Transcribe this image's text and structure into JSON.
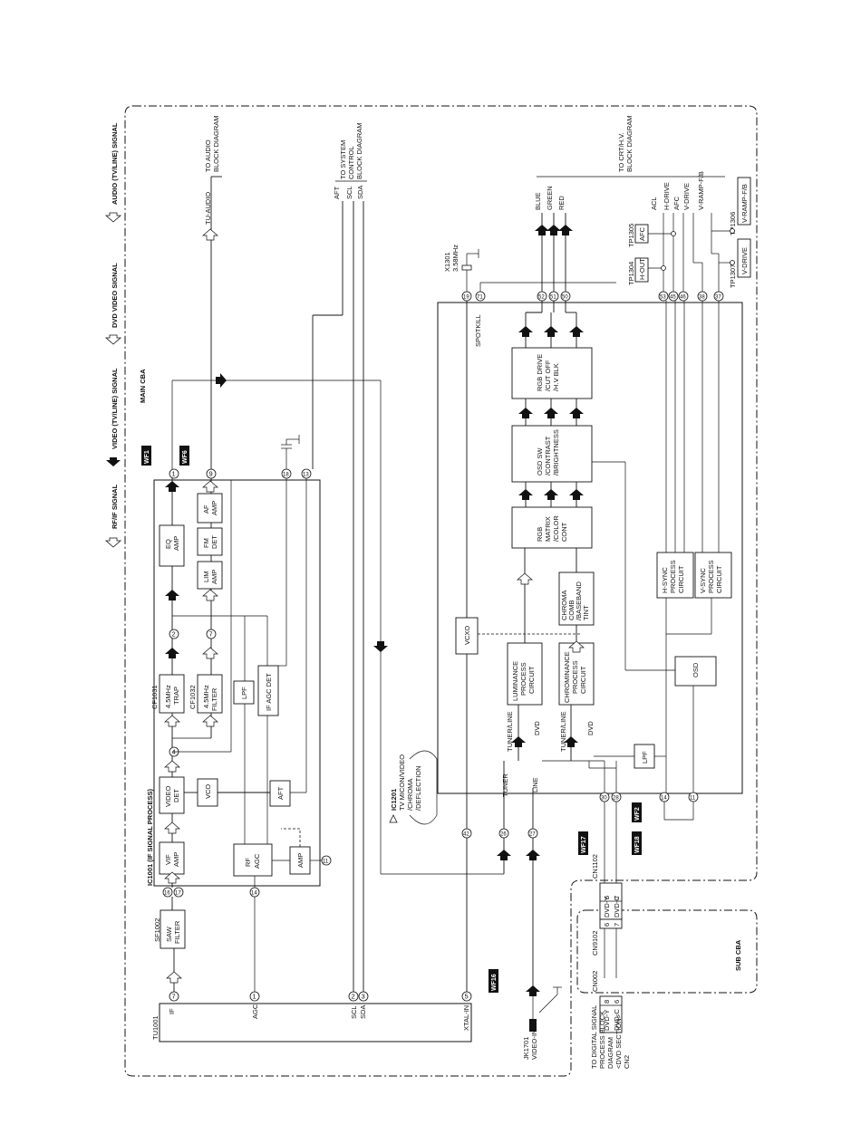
{
  "legend": {
    "rfif": "RF/IF SIGNAL",
    "video": "VIDEO (TV/LINE) SIGNAL",
    "dvd": "DVD VIDEO SIGNAL",
    "audio": "AUDIO (TV/LINE) SIGNAL"
  },
  "boards": {
    "main": "MAIN CBA",
    "sub": "SUB CBA"
  },
  "tuner": {
    "name": "TU1001",
    "pins": {
      "if": "IF",
      "agc": "AGC",
      "scl": "SCL",
      "sda": "SDA",
      "xtal": "XTAL-IN"
    },
    "pin_numbers": {
      "if": "7",
      "agc": "1",
      "scl": "2",
      "sda": "3",
      "xtal": "5"
    }
  },
  "saw": {
    "ref": "SF1002",
    "label1": "SAW",
    "label2": "FILTER"
  },
  "ic1001": {
    "title": "IC1001 (IF SIGNAL PROCESS)",
    "blocks": {
      "vif": [
        "VIF",
        "AMP"
      ],
      "video_det": [
        "VIDEO",
        "DET"
      ],
      "vco": [
        "VCO"
      ],
      "aft": [
        "AFT"
      ],
      "rf_agc": [
        "RF",
        "AGC"
      ],
      "amp": [
        "AMP"
      ],
      "lpf": [
        "LPF"
      ],
      "if_agc_det": [
        "IF AGC DET"
      ],
      "eq_amp": [
        "EQ",
        "AMP"
      ],
      "lim_amp": [
        "LIM",
        "AMP"
      ],
      "fm_det": [
        "FM",
        "DET"
      ],
      "af_amp": [
        "AF",
        "AMP"
      ]
    },
    "pins": [
      "16",
      "17",
      "14",
      "11",
      "4",
      "2",
      "7",
      "1",
      "9",
      "18",
      "13"
    ]
  },
  "cf1031": {
    "ref": "CF1031",
    "label1": "4.5MHz",
    "label2": "TRAP"
  },
  "cf1032": {
    "ref": "CF1032",
    "label1": "4.5MHz",
    "label2": "FILTER"
  },
  "wf_tags": [
    "WF1",
    "WF6",
    "WF16",
    "WF17",
    "WF18",
    "WF2"
  ],
  "connections": {
    "tu_audio": "TU-AUDIO",
    "to_audio": [
      "TO AUDIO",
      "BLOCK DIAGRAM"
    ],
    "to_system": [
      "TO SYSTEM",
      "CONTROL",
      "BLOCK DIAGRAM"
    ],
    "sys_signals": [
      "AFT",
      "SCL",
      "SDA"
    ],
    "to_crt": [
      "TO CRT/H.V.",
      "BLOCK DIAGRAM"
    ],
    "rgb_out": [
      "BLUE",
      "GREEN",
      "RED"
    ],
    "crt_signals": [
      "ACL",
      "H-DRIVE",
      "AFC",
      "V-DRIVE",
      "V-RAMP-F/B"
    ]
  },
  "crystal": {
    "ref": "X1301",
    "freq": "3.58MHz"
  },
  "testpoints": {
    "tp1304": {
      "ref": "TP1304",
      "label": "H-OUT"
    },
    "tp1305": {
      "ref": "TP1305",
      "label": "AFC"
    },
    "tp1306": {
      "ref": "TP1306",
      "label": "V-RAMP-F/B"
    },
    "tp1307": {
      "ref": "TP1307",
      "label": "V-DRIVE"
    }
  },
  "ic1201": {
    "ref": "IC1201",
    "lines": [
      "TV MICON/VIDEO",
      "/CHROMA",
      "/DEFLECTION"
    ],
    "spotkill": "SPOTKILL",
    "blocks": {
      "vcxo": [
        "VCXO"
      ],
      "luminance": [
        "LUMINANCE",
        "PROCESS",
        "CIRCUIT"
      ],
      "chrominance": [
        "CHROMINANCE",
        "PROCESS",
        "CIRCUIT"
      ],
      "chroma_comb": [
        "CHROMA",
        "COMB",
        "/BASEBAND",
        "TINT"
      ],
      "rgb_matrix": [
        "RGB",
        "MATRIX",
        "/COLOR",
        "CONT"
      ],
      "osd_sw": [
        "OSD SW",
        "/CONTRAST",
        "/BRIGHTNESS"
      ],
      "rgb_drive": [
        "RGB DRIVE",
        "/CUT OFF",
        "/H.V BLK"
      ],
      "hsync": [
        "H-SYNC",
        "PROCESS",
        "CIRCUIT"
      ],
      "vsync": [
        "V-SYNC",
        "PROCESS",
        "CIRCUIT"
      ],
      "osd": [
        "OSD"
      ],
      "lpf": [
        "LPF"
      ]
    },
    "pins": [
      "19",
      "71",
      "52",
      "51",
      "50",
      "53",
      "45",
      "46",
      "38",
      "37",
      "42",
      "26",
      "27",
      "30",
      "28",
      "14",
      "11"
    ]
  },
  "switches": {
    "tuner": "TUNER",
    "line": "LINE",
    "tuner_line": "TUNER/LINE",
    "dvd": "DVD"
  },
  "jack": {
    "ref": "JK1701",
    "label": "VIDEO-IN"
  },
  "connectors": {
    "cn1102": "CN1102",
    "cn9102": "CN9102",
    "cn002": "CN002",
    "dvd_y": "DVD-Y",
    "dvd_c": "DVD-C",
    "pins_a": [
      "6",
      "7"
    ],
    "pins_b": [
      "8",
      "6"
    ]
  },
  "to_digital": [
    "TO DIGITAL SIGNAL",
    "PROCESS BLOCK",
    "DIAGRAM",
    "<DVD SECTION>",
    "CN2"
  ]
}
